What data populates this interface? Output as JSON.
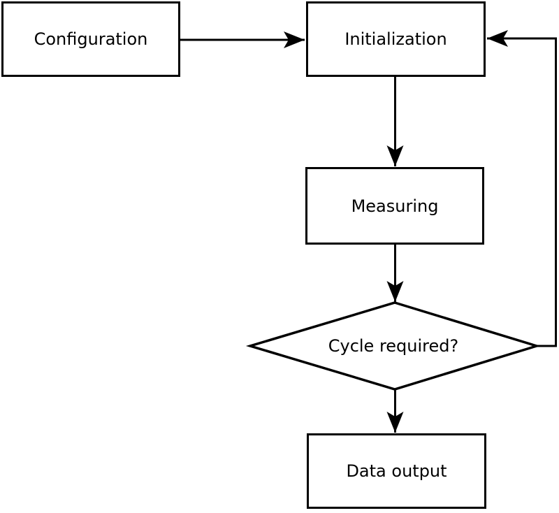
{
  "diagram": {
    "type": "flowchart",
    "colors": {
      "background": "#ffffff",
      "stroke": "#000000",
      "text": "#000000"
    },
    "nodes": {
      "configuration": {
        "label": "Configuration",
        "shape": "rectangle"
      },
      "initialization": {
        "label": "Initialization",
        "shape": "rectangle"
      },
      "measuring": {
        "label": "Measuring",
        "shape": "rectangle"
      },
      "cycle_required": {
        "label": "Cycle required?",
        "shape": "diamond"
      },
      "data_output": {
        "label": "Data output",
        "shape": "rectangle"
      }
    },
    "edges": [
      {
        "from": "configuration",
        "to": "initialization"
      },
      {
        "from": "initialization",
        "to": "measuring"
      },
      {
        "from": "measuring",
        "to": "cycle_required"
      },
      {
        "from": "cycle_required",
        "to": "data_output"
      },
      {
        "from": "cycle_required",
        "to": "initialization"
      }
    ]
  }
}
